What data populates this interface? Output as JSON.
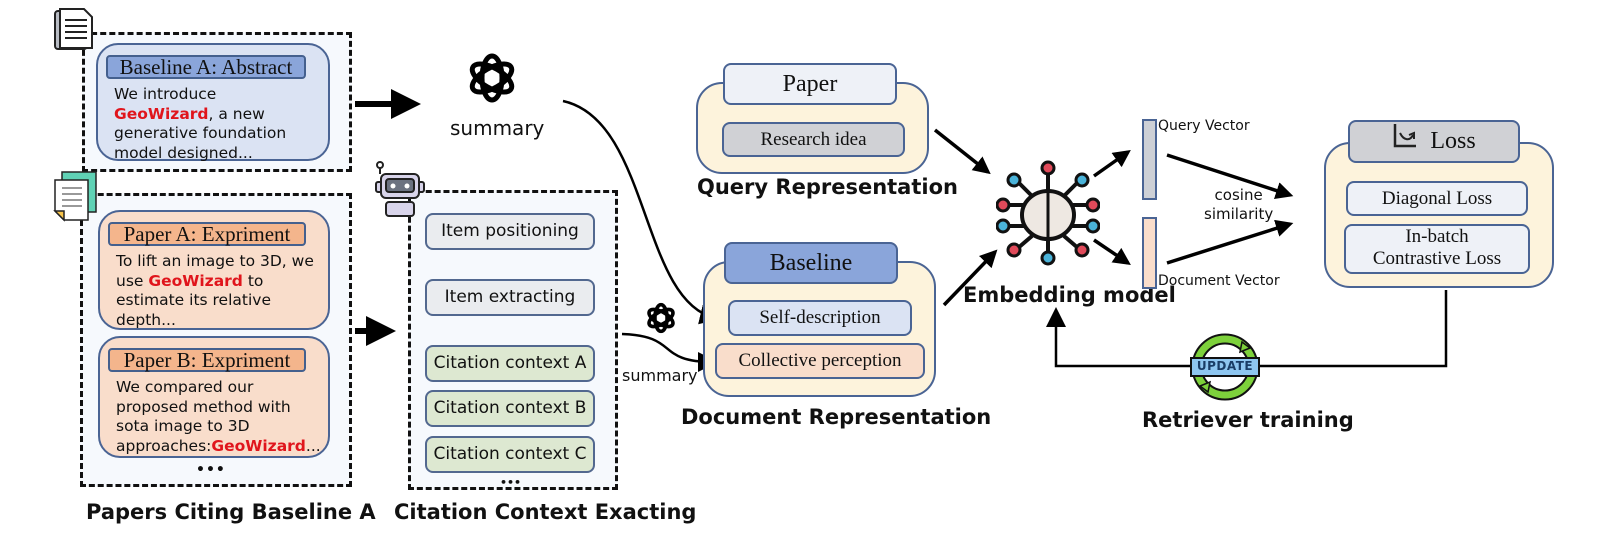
{
  "baseline_abstract": {
    "title": "Baseline A: Abstract",
    "text_before": "We introduce ",
    "highlight": "GeoWizard",
    "text_after": ", a new generative foundation model designed..."
  },
  "citing_papers": [
    {
      "title": "Paper A: Expriment",
      "text_before": "To lift an image to 3D, we use ",
      "highlight": "GeoWizard",
      "text_after": " to estimate its relative depth..."
    },
    {
      "title": "Paper B: Expriment",
      "text_before": "We compared our proposed method with sota image to 3D approaches:",
      "highlight": "GeoWizard",
      "text_after": "..."
    }
  ],
  "citing_ellipsis": "•••",
  "captions": {
    "papers_citing": "Papers Citing Baseline A",
    "citation_context": "Citation Context Exacting",
    "query_repr": "Query Representation",
    "document_repr": "Document Representation",
    "embedding_model": "Embedding model",
    "retriever_training": "Retriever training"
  },
  "summary_label": "summary",
  "summary_label_small": "summary",
  "extraction_steps": [
    "Item positioning",
    "Item extracting"
  ],
  "citation_contexts": [
    "Citation context A",
    "Citation context B",
    "Citation context C"
  ],
  "context_ellipsis": "•••",
  "query": {
    "header": "Paper",
    "item": "Research idea"
  },
  "document": {
    "header": "Baseline",
    "items": [
      "Self-description",
      "Collective perception"
    ]
  },
  "vectors": {
    "query": "Query Vector",
    "document": "Document Vector"
  },
  "similarity": [
    "cosine",
    "similarity"
  ],
  "loss": {
    "header": "Loss",
    "items": [
      "Diagonal Loss",
      "In-batch\nContrastive Loss"
    ]
  },
  "update_badge": "UPDATE",
  "colors": {
    "highlight": "#e0151c",
    "blue_card": "#dbe3f3",
    "peach_card": "#f9ddcb",
    "panel": "#fdf3dc",
    "green_step": "#dde8d1"
  }
}
